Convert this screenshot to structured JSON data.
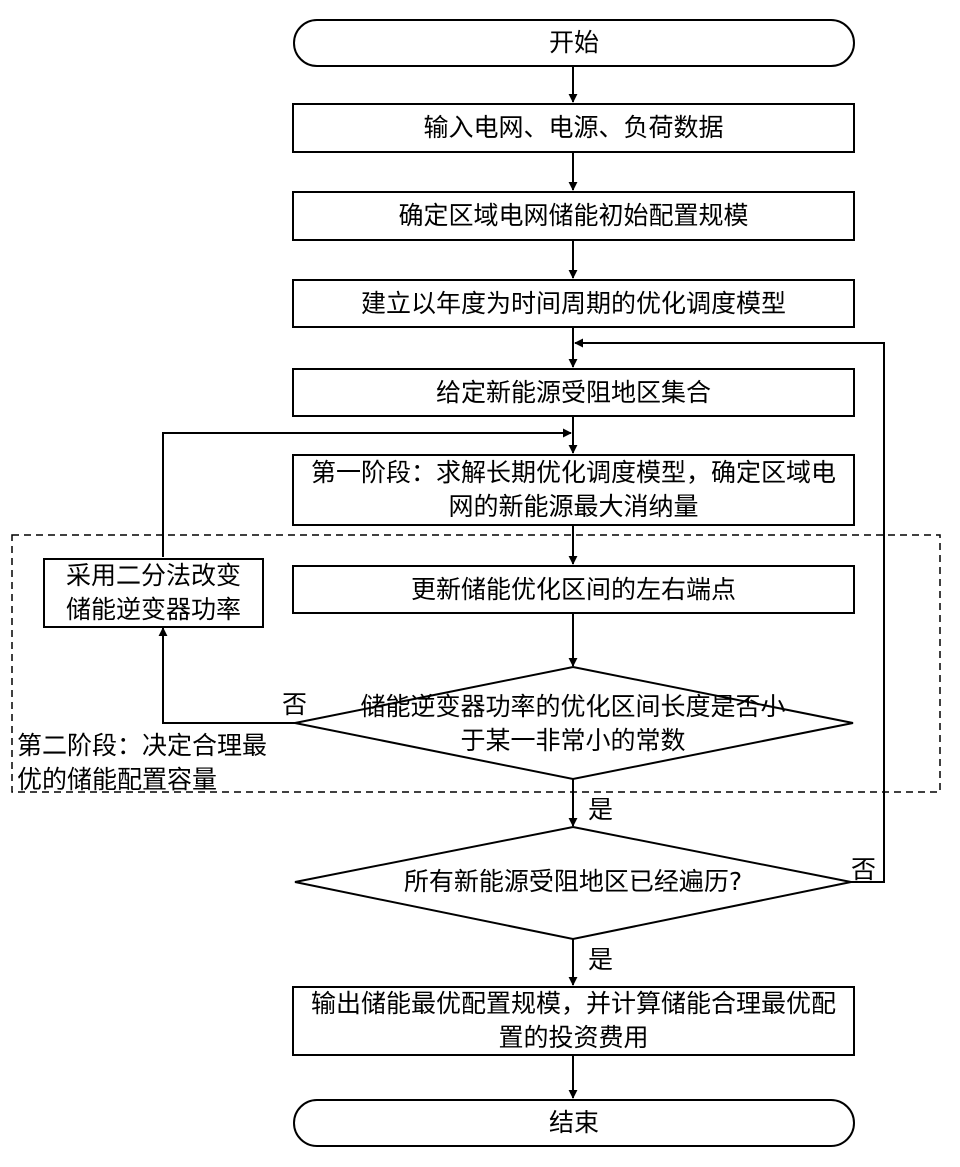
{
  "flowchart": {
    "start": "开始",
    "input_data": "输入电网、电源、负荷数据",
    "init_scale": "确定区域电网储能初始配置规模",
    "build_model": "建立以年度为时间周期的优化调度模型",
    "region_set": "给定新能源受阻地区集合",
    "stage1": "第一阶段：求解长期优化调度模型，确定区域电网的新能源最大消纳量",
    "update_interval": "更新储能优化区间的左右端点",
    "bisection": "采用二分法改变储能逆变器功率",
    "decision_interval": "储能逆变器功率的优化区间长度是否小于某一非常小的常数",
    "stage2_label": "第二阶段：决定合理最优的储能配置容量",
    "decision_regions": "所有新能源受阻地区已经遍历?",
    "output": "输出储能最优配置规模，并计算储能合理最优配置的投资费用",
    "end": "结束",
    "yes_label_1": "是",
    "yes_label_2": "是",
    "no_label_1": "否",
    "no_label_2": "否"
  }
}
